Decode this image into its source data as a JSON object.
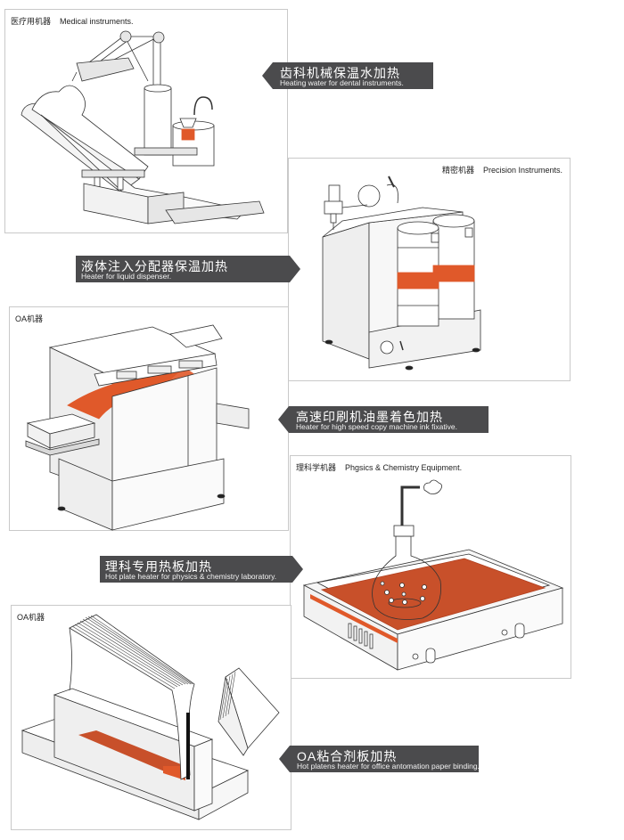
{
  "colors": {
    "heater_orange": "#e0592a",
    "banner_bg": "#4b4b4d",
    "banner_text": "#ffffff",
    "panel_border": "#c9c9c9",
    "line": "#333333",
    "shade": "#e6e6e6"
  },
  "panels": [
    {
      "id": "medical",
      "caption_cn": "医疗用机器",
      "caption_en": "Medical instruments."
    },
    {
      "id": "precision",
      "caption_cn": "精密机器",
      "caption_en": "Precision Instruments."
    },
    {
      "id": "oa-copier",
      "caption_cn": "OA机器",
      "caption_en": ""
    },
    {
      "id": "lab",
      "caption_cn": "理科学机器",
      "caption_en": "Phgsics & Chemistry Equipment."
    },
    {
      "id": "oa-binding",
      "caption_cn": "OA机器",
      "caption_en": ""
    }
  ],
  "banners": [
    {
      "id": "dental",
      "cn": "齿科机械保温水加热",
      "en": "Heating water for dental instruments.",
      "pointer": "left"
    },
    {
      "id": "liquid",
      "cn": "液体注入分配器保温加热",
      "en": "Heater for liquid dispenser.",
      "pointer": "right"
    },
    {
      "id": "copier",
      "cn": "高速印刷机油墨着色加热",
      "en": "Heater for high speed copy machine ink fixative.",
      "pointer": "left"
    },
    {
      "id": "hotplate",
      "cn": "理科专用热板加热",
      "en": "Hot plate heater for physics & chemistry laboratory.",
      "pointer": "right"
    },
    {
      "id": "binding",
      "cn": "OA粘合剂板加热",
      "en": "Hot platens heater for office antomation paper binding.",
      "pointer": "left"
    }
  ],
  "illustrations": {
    "dental_chair": "dental-chair-with-lamp-and-water-unit",
    "dispenser": "liquid-dispenser-with-two-cylinders",
    "copier": "high-speed-copy-machine",
    "hotplate": "hot-plate-with-flask",
    "binder": "paper-binding-machine"
  }
}
